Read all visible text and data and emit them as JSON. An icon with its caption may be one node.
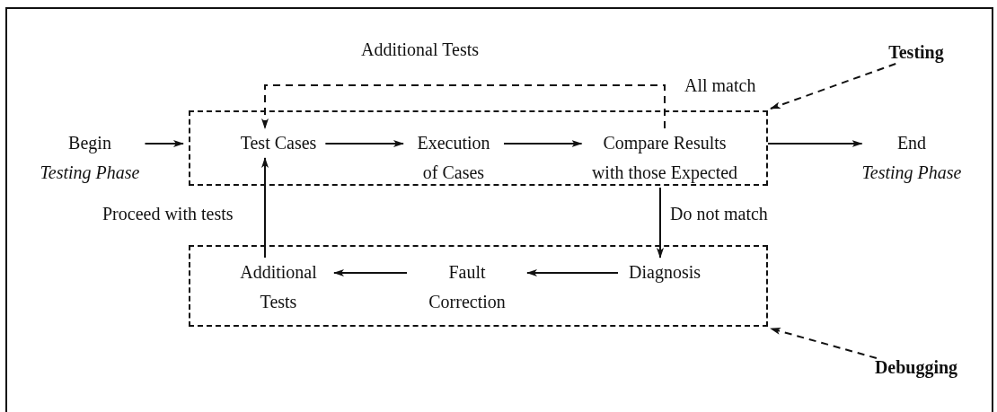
{
  "diagram": {
    "nodes": [
      {
        "text": [
          "Begin",
          "Testing Phase"
        ]
      },
      {
        "text": [],
        "shape": "box"
      },
      {
        "text": [
          "Test Cases"
        ],
        "in": 1
      },
      {
        "text": [
          "Execution of Cases"
        ],
        "in": 1
      },
      {
        "text": [
          "Compare Results with those Expected"
        ],
        "in": 1
      },
      {
        "text": [
          "End",
          "Testing Phase"
        ]
      },
      {
        "text": [],
        "shape": "box"
      },
      {
        "text": [
          "Diagnosis"
        ],
        "in": 6
      },
      {
        "text": [
          "Fault Correction"
        ],
        "in": 6
      },
      {
        "text": [
          "Additional Tests"
        ],
        "in": 6
      },
      {
        "text": [
          "Testing"
        ]
      },
      {
        "text": [
          "Debugging"
        ]
      }
    ],
    "edges": [
      {
        "from": 0,
        "to": 1,
        "arrow": "to"
      },
      {
        "from": 2,
        "to": 3,
        "arrow": "to"
      },
      {
        "from": 3,
        "to": 4,
        "arrow": "to"
      },
      {
        "from": 1,
        "to": 5,
        "arrow": "to"
      },
      {
        "from": 4,
        "to": 2,
        "arrow": "to",
        "label": "Additional Tests",
        "style": "dashed"
      },
      {
        "from": 4,
        "to": 7,
        "arrow": "to",
        "label": "Do not match"
      },
      {
        "from": 7,
        "to": 8,
        "arrow": "to"
      },
      {
        "from": 8,
        "to": 9,
        "arrow": "to"
      },
      {
        "from": 9,
        "to": 2,
        "arrow": "to",
        "label": "Proceed with tests"
      },
      {
        "from": 10,
        "to": 1,
        "arrow": "to",
        "style": "dashed"
      },
      {
        "from": 11,
        "to": 6,
        "arrow": "to",
        "style": "dashed"
      }
    ],
    "labels": [
      "All match"
    ]
  }
}
